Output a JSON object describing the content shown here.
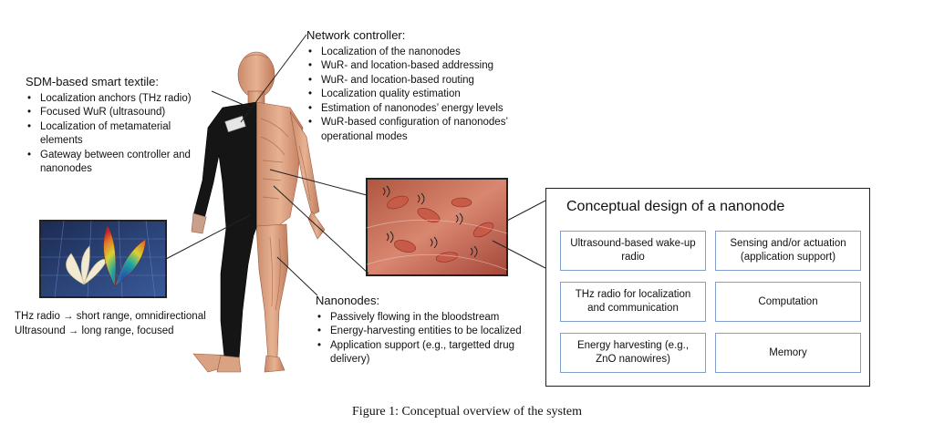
{
  "textile": {
    "heading": "SDM-based smart textile:",
    "items": [
      "Localization anchors (THz radio)",
      "Focused WuR (ultrasound)",
      "Localization of metamaterial elements",
      "Gateway between controller and nanonodes"
    ]
  },
  "controller": {
    "heading": "Network controller:",
    "items": [
      "Localization of the nanonodes",
      "WuR- and location-based addressing",
      "WuR- and location-based routing",
      "Localization quality estimation",
      "Estimation of nanonodes’ energy levels",
      "WuR-based configuration of nanonodes’ operational modes"
    ]
  },
  "nanonodes": {
    "heading": "Nanonodes:",
    "items": [
      "Passively flowing in the bloodstream",
      "Energy-harvesting entities to be localized",
      "Application support (e.g., targetted drug delivery)"
    ]
  },
  "radio_notes": {
    "thz": "THz radio → short range, omnidirectional",
    "ultrasound": "Ultrasound → long range, focused"
  },
  "design": {
    "title": "Conceptual design of a nanonode",
    "cells": [
      "Ultrasound-based wake-up radio",
      "Sensing and/or actuation (application support)",
      "THz radio for localization and communication",
      "Computation",
      "Energy harvesting (e.g., ZnO nanowires)",
      "Memory"
    ]
  },
  "caption": "Figure 1: Conceptual overview of the system"
}
